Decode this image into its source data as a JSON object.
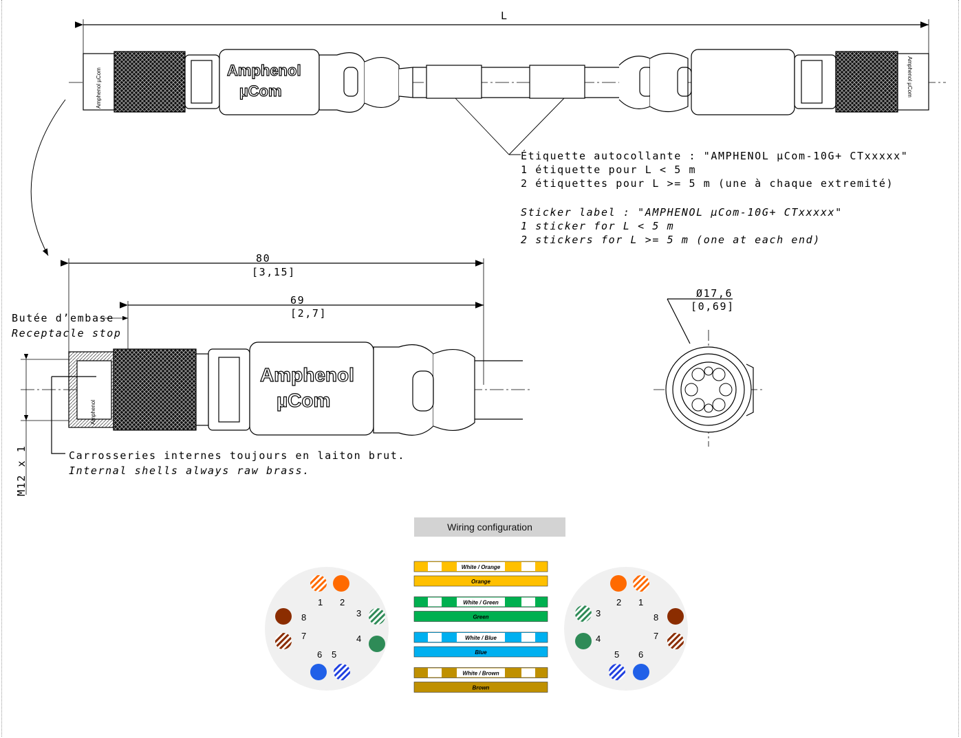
{
  "dimension": {
    "length_label": "L",
    "overall_mm": "80",
    "overall_in": "[3,15]",
    "inner_mm": "69",
    "inner_in": "[2,7]",
    "diameter_mm": "Ø17,6",
    "diameter_in": "[0,69]",
    "thread": "M12 x 1"
  },
  "brand": {
    "line1": "Amphenol",
    "line2": "µCom",
    "side": "Amphenol µCom",
    "side_short": "Amphenol"
  },
  "notes": {
    "label_fr_1": "Étiquette autocollante : \"AMPHENOL µCom-10G+ CTxxxxx\"",
    "label_fr_2": "1 étiquette  pour L < 5 m",
    "label_fr_3": "2 étiquettes pour L >= 5 m (une à chaque extremité)",
    "label_en_1": "Sticker label : \"AMPHENOL µCom-10G+ CTxxxxx\"",
    "label_en_2": "1 sticker  for L < 5 m",
    "label_en_3": "2 stickers for L >= 5 m (one at each end)",
    "stop_fr": "Butée d’embase",
    "stop_en": "Receptacle stop",
    "shell_fr": "Carrosseries internes toujours en laiton brut.",
    "shell_en": "Internal shells always raw brass."
  },
  "wiring": {
    "title": "Wiring configuration",
    "pairs": [
      {
        "striped": "White / Orange",
        "solid": "Orange",
        "color": "#ffc000"
      },
      {
        "striped": "White / Green",
        "solid": "Green",
        "color": "#00b050"
      },
      {
        "striped": "White / Blue",
        "solid": "Blue",
        "color": "#00b0f0"
      },
      {
        "striped": "White / Brown",
        "solid": "Brown",
        "color": "#bf9000"
      }
    ],
    "pin_labels": [
      "1",
      "2",
      "3",
      "4",
      "5",
      "6",
      "7",
      "8"
    ],
    "pin_colors": {
      "orange": "#ff6a00",
      "green": "#2e8b57",
      "blue": "#2060e8",
      "brown": "#8b2d00"
    }
  }
}
